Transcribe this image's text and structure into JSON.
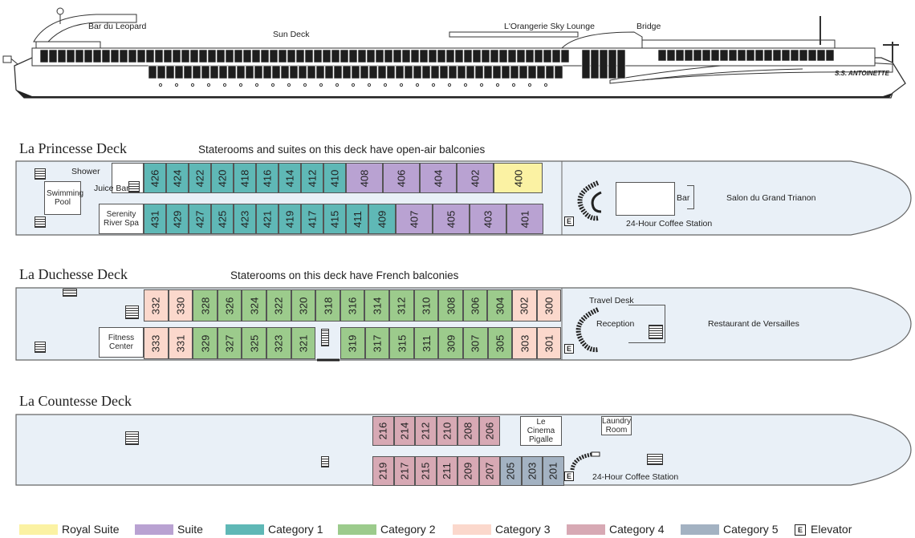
{
  "colors": {
    "royal_suite": "#fbf2a3",
    "suite": "#b9a2d2",
    "category_1": "#5fb8b6",
    "category_2": "#9ccb8c",
    "category_3": "#fbd8cc",
    "category_4": "#d7a9b4",
    "category_5": "#a3b2c2",
    "deck_fill": "#e9f0f7"
  },
  "ship": {
    "name": "S.S. ANTOINETTE",
    "labels": {
      "bar": "Bar du Leopard",
      "sun_deck": "Sun Deck",
      "lounge": "L'Orangerie Sky Lounge",
      "bridge": "Bridge"
    }
  },
  "princesse": {
    "title": "La Princesse Deck",
    "note": "Staterooms and suites on this deck have open-air balconies",
    "pool": "Swimming Pool",
    "shower": "Shower",
    "juice_bar": "Juice Bar",
    "spa": "Serenity River Spa",
    "bar": "Bar",
    "coffee": "24-Hour Coffee Station",
    "salon": "Salon du Grand Trianon",
    "top_row": [
      {
        "n": "426",
        "c": "category_1"
      },
      {
        "n": "424",
        "c": "category_1"
      },
      {
        "n": "422",
        "c": "category_1"
      },
      {
        "n": "420",
        "c": "category_1"
      },
      {
        "n": "418",
        "c": "category_1"
      },
      {
        "n": "416",
        "c": "category_1"
      },
      {
        "n": "414",
        "c": "category_1"
      },
      {
        "n": "412",
        "c": "category_1"
      },
      {
        "n": "410",
        "c": "category_1"
      },
      {
        "n": "408",
        "c": "suite"
      },
      {
        "n": "406",
        "c": "suite"
      },
      {
        "n": "404",
        "c": "suite"
      },
      {
        "n": "402",
        "c": "suite"
      },
      {
        "n": "400",
        "c": "royal_suite"
      }
    ],
    "bottom_row": [
      {
        "n": "431",
        "c": "category_1"
      },
      {
        "n": "429",
        "c": "category_1"
      },
      {
        "n": "427",
        "c": "category_1"
      },
      {
        "n": "425",
        "c": "category_1"
      },
      {
        "n": "423",
        "c": "category_1"
      },
      {
        "n": "421",
        "c": "category_1"
      },
      {
        "n": "419",
        "c": "category_1"
      },
      {
        "n": "417",
        "c": "category_1"
      },
      {
        "n": "415",
        "c": "category_1"
      },
      {
        "n": "411",
        "c": "category_1"
      },
      {
        "n": "409",
        "c": "category_1"
      },
      {
        "n": "407",
        "c": "suite"
      },
      {
        "n": "405",
        "c": "suite"
      },
      {
        "n": "403",
        "c": "suite"
      },
      {
        "n": "401",
        "c": "suite"
      }
    ]
  },
  "duchesse": {
    "title": "La Duchesse Deck",
    "note": "Staterooms on this deck have French balconies",
    "fitness": "Fitness Center",
    "travel_desk": "Travel Desk",
    "reception": "Reception",
    "restaurant": "Restaurant de Versailles",
    "top_row": [
      {
        "n": "332",
        "c": "category_3"
      },
      {
        "n": "330",
        "c": "category_3"
      },
      {
        "n": "328",
        "c": "category_2"
      },
      {
        "n": "326",
        "c": "category_2"
      },
      {
        "n": "324",
        "c": "category_2"
      },
      {
        "n": "322",
        "c": "category_2"
      },
      {
        "n": "320",
        "c": "category_2"
      },
      {
        "n": "318",
        "c": "category_2"
      },
      {
        "n": "316",
        "c": "category_2"
      },
      {
        "n": "314",
        "c": "category_2"
      },
      {
        "n": "312",
        "c": "category_2"
      },
      {
        "n": "310",
        "c": "category_2"
      },
      {
        "n": "308",
        "c": "category_2"
      },
      {
        "n": "306",
        "c": "category_2"
      },
      {
        "n": "304",
        "c": "category_2"
      },
      {
        "n": "302",
        "c": "category_3"
      },
      {
        "n": "300",
        "c": "category_3"
      }
    ],
    "bottom_left": [
      {
        "n": "333",
        "c": "category_3"
      },
      {
        "n": "331",
        "c": "category_3"
      },
      {
        "n": "329",
        "c": "category_2"
      },
      {
        "n": "327",
        "c": "category_2"
      },
      {
        "n": "325",
        "c": "category_2"
      },
      {
        "n": "323",
        "c": "category_2"
      },
      {
        "n": "321",
        "c": "category_2"
      }
    ],
    "bottom_right": [
      {
        "n": "319",
        "c": "category_2"
      },
      {
        "n": "317",
        "c": "category_2"
      },
      {
        "n": "315",
        "c": "category_2"
      },
      {
        "n": "311",
        "c": "category_2"
      },
      {
        "n": "309",
        "c": "category_2"
      },
      {
        "n": "307",
        "c": "category_2"
      },
      {
        "n": "305",
        "c": "category_2"
      },
      {
        "n": "303",
        "c": "category_3"
      },
      {
        "n": "301",
        "c": "category_3"
      }
    ]
  },
  "countesse": {
    "title": "La Countesse Deck",
    "cinema": "Le Cinema Pigalle",
    "laundry": "Laundry Room",
    "coffee": "24-Hour Coffee Station",
    "top_row": [
      {
        "n": "216",
        "c": "category_4"
      },
      {
        "n": "214",
        "c": "category_4"
      },
      {
        "n": "212",
        "c": "category_4"
      },
      {
        "n": "210",
        "c": "category_4"
      },
      {
        "n": "208",
        "c": "category_4"
      },
      {
        "n": "206",
        "c": "category_4"
      }
    ],
    "bottom_row": [
      {
        "n": "219",
        "c": "category_4"
      },
      {
        "n": "217",
        "c": "category_4"
      },
      {
        "n": "215",
        "c": "category_4"
      },
      {
        "n": "211",
        "c": "category_4"
      },
      {
        "n": "209",
        "c": "category_4"
      },
      {
        "n": "207",
        "c": "category_4"
      },
      {
        "n": "205",
        "c": "category_5"
      },
      {
        "n": "203",
        "c": "category_5"
      },
      {
        "n": "201",
        "c": "category_5"
      }
    ]
  },
  "legend": [
    {
      "label": "Royal Suite",
      "c": "royal_suite"
    },
    {
      "label": "Suite",
      "c": "suite"
    },
    {
      "label": "Category 1",
      "c": "category_1"
    },
    {
      "label": "Category 2",
      "c": "category_2"
    },
    {
      "label": "Category 3",
      "c": "category_3"
    },
    {
      "label": "Category 4",
      "c": "category_4"
    },
    {
      "label": "Category 5",
      "c": "category_5"
    }
  ],
  "elevator_symbol": "E",
  "elevator_label": "Elevator"
}
